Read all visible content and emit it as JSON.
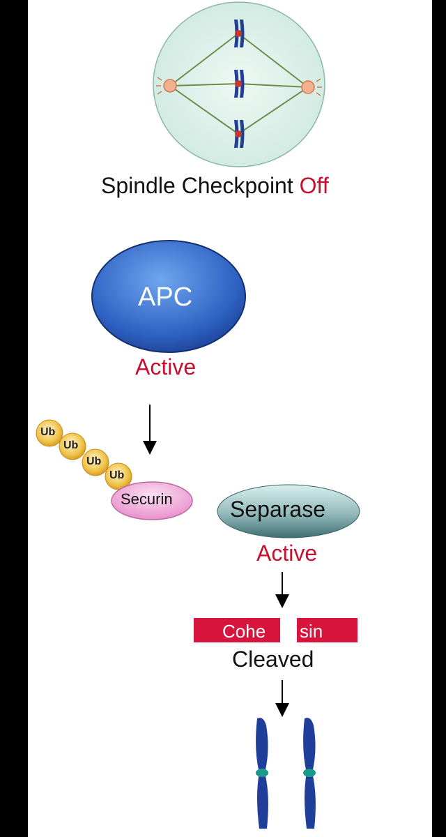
{
  "spindle": {
    "label": "Spindle Checkpoint ",
    "state": "Off"
  },
  "apc": {
    "label": "APC",
    "state": "Active"
  },
  "ubiquitin": [
    "Ub",
    "Ub",
    "Ub",
    "Ub"
  ],
  "securin": {
    "label": "Securin"
  },
  "separase": {
    "label": "Separase",
    "state": "Active"
  },
  "cohesin": {
    "left": "Cohe",
    "right": "sin",
    "state": "Cleaved"
  },
  "colors": {
    "accent_red": "#c8102e",
    "apc_blue": "#2f63c4",
    "chromosome_blue": "#1f3f9a",
    "centromere_teal": "#1b9a8a",
    "securin_pink": "#f2a8d8",
    "separase_teal": "#3f6f72",
    "cell_fill": "#d7efe6",
    "ub_gold": "#f0c44c"
  }
}
